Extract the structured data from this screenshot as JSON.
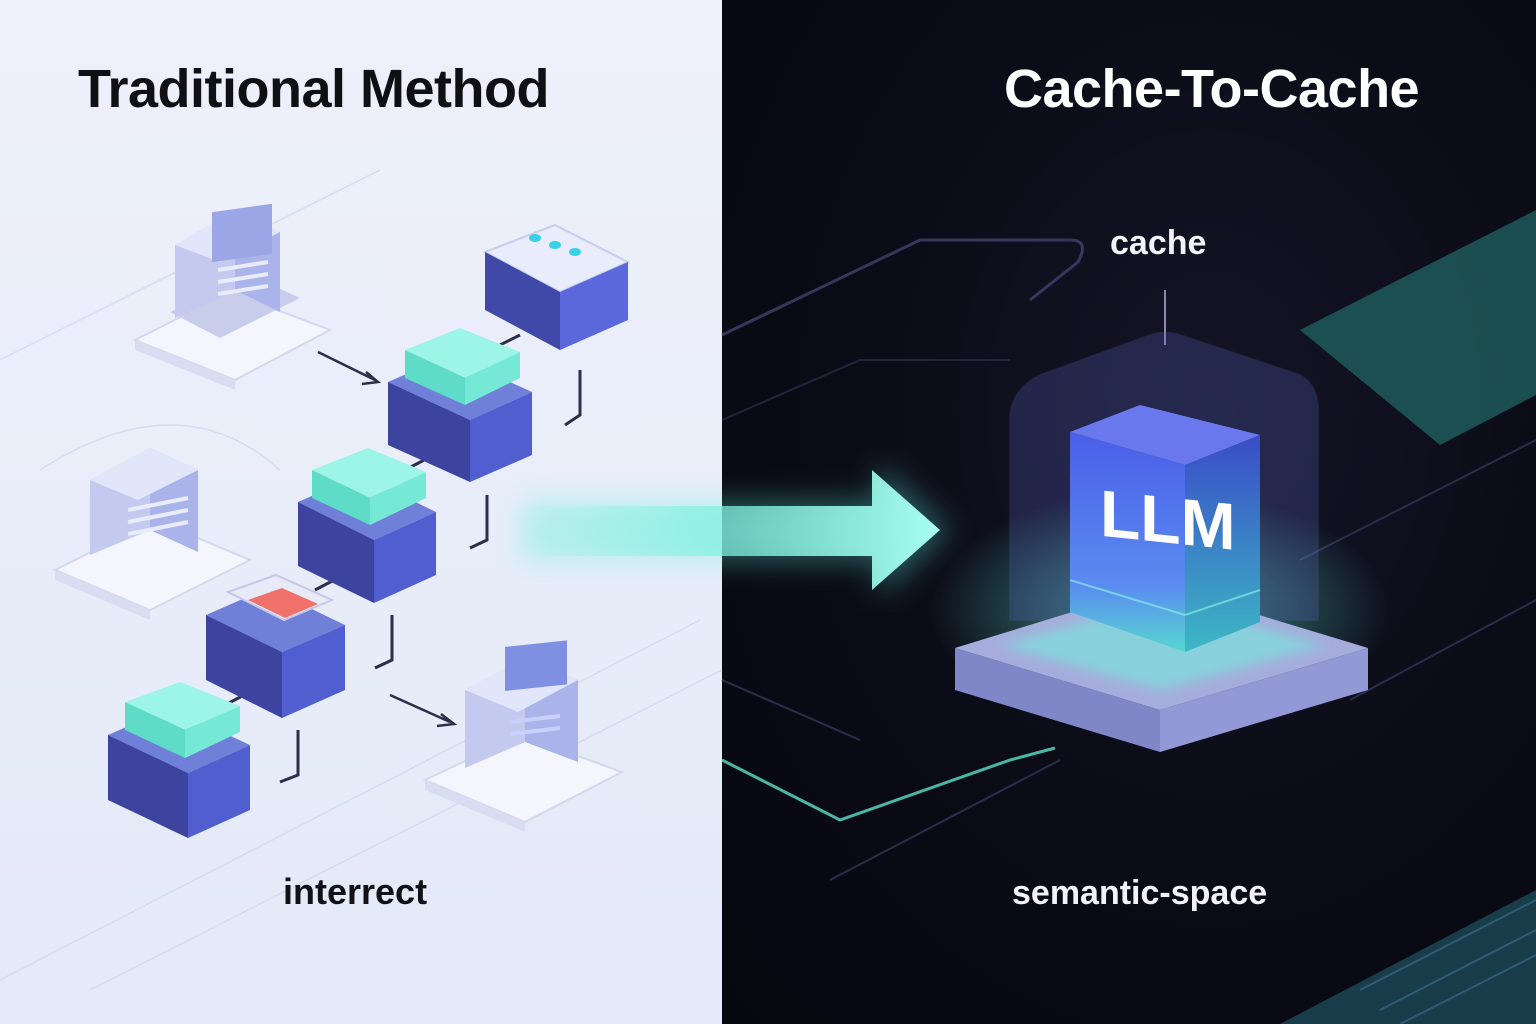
{
  "left_panel": {
    "title": "Traditional Method",
    "caption": "interrect"
  },
  "right_panel": {
    "title": "Cache-To-Cache",
    "cache_label": "cache",
    "core_label": "LLM",
    "space_label": "semantic-space"
  },
  "colors": {
    "left_background": "#eef1fb",
    "right_background": "#0b0b16",
    "cube_blue": "#4a54b8",
    "cube_teal": "#6fe0cc",
    "accent_glow": "#5ff0d8",
    "alert_red": "#f0706a"
  },
  "icons": {
    "transfer_arrow": "arrow-right-icon",
    "terminals": "computer-terminal-icon",
    "servers": "server-cube-icon"
  }
}
